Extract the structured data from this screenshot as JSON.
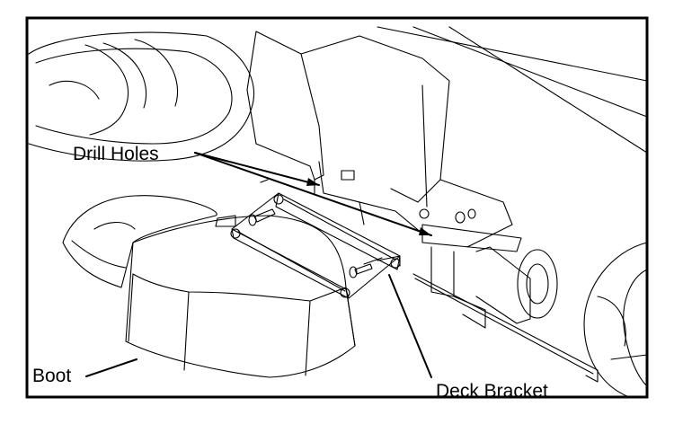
{
  "diagram": {
    "labels": {
      "drill_holes": "Drill Holes",
      "boot": "Boot",
      "deck_bracket": "Deck Bracket"
    },
    "colors": {
      "line": "#000000",
      "fill": "#ffffff"
    }
  }
}
